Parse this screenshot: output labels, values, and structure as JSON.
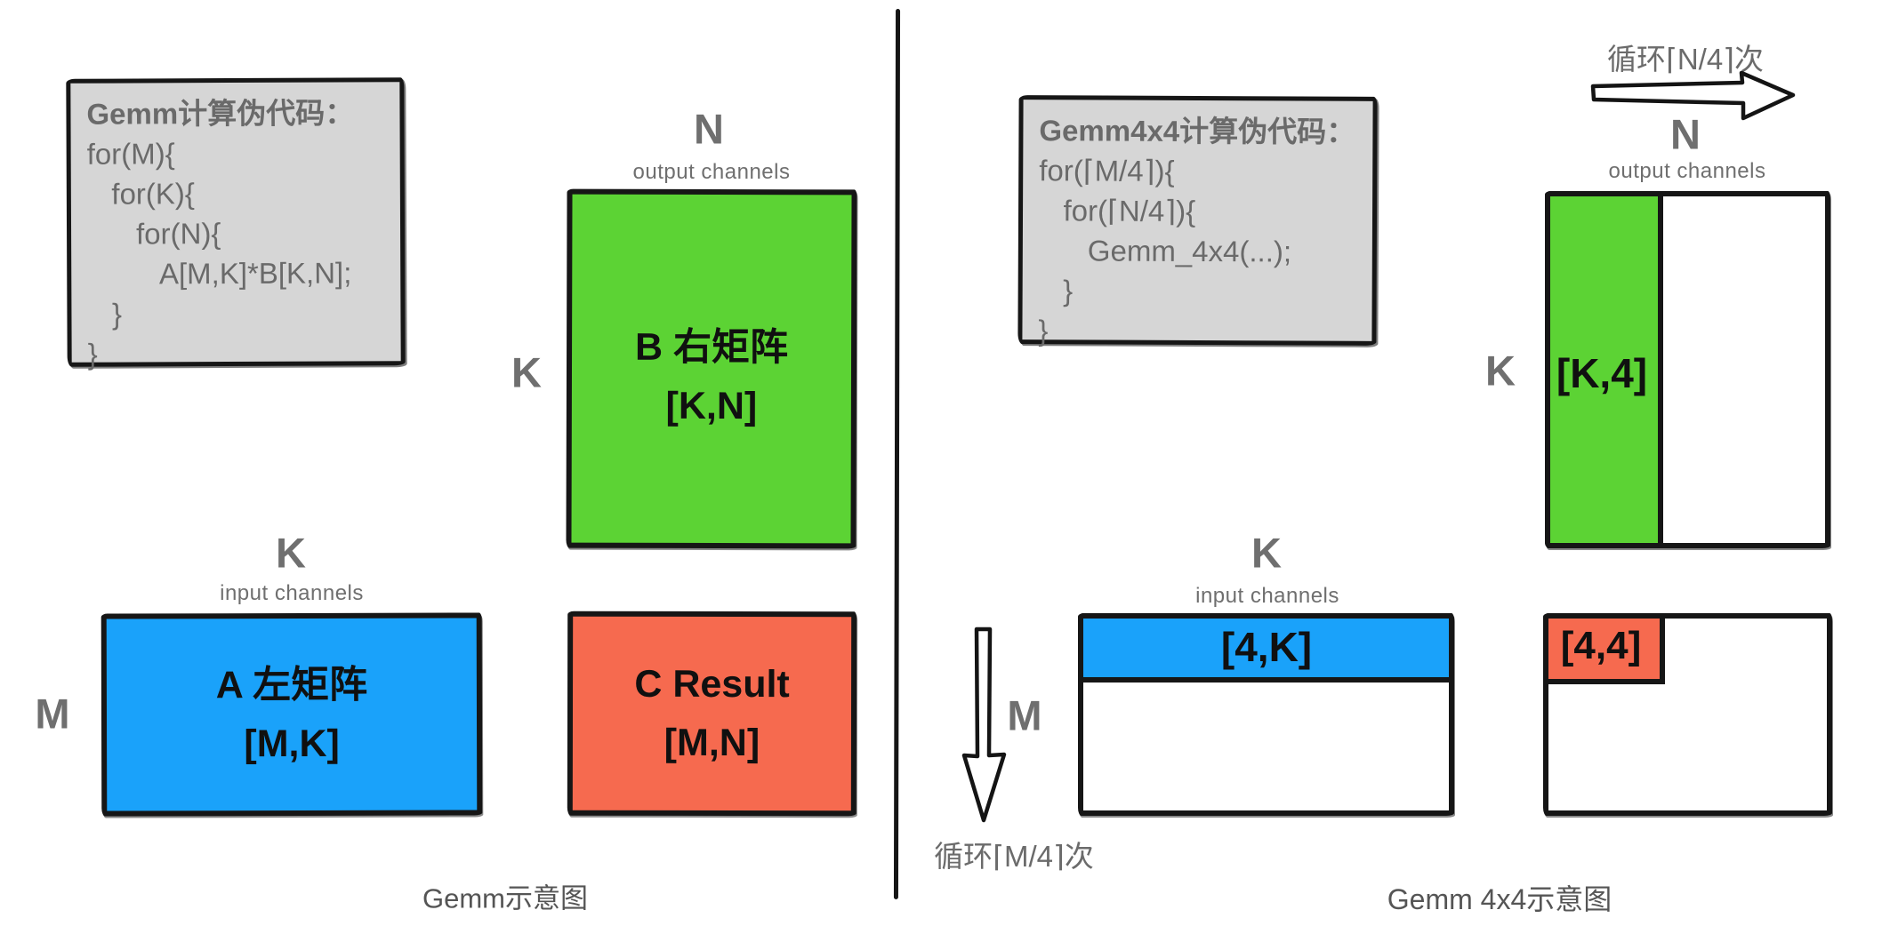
{
  "colors": {
    "matrix_a_blue": "#1aa2fa",
    "matrix_b_green": "#5cd334",
    "matrix_c_red": "#f66a4f",
    "code_box_bg": "#d6d6d6",
    "code_text_gray": "#6a6a6a",
    "label_gray": "#6f6f6f",
    "ink": "#161616"
  },
  "left_panel": {
    "code_box": {
      "title": "Gemm计算伪代码：",
      "lines": [
        "for(M){",
        "   for(K){",
        "      for(N){",
        "         A[M,K]*B[K,N];",
        "   }",
        "}"
      ]
    },
    "matrix_b": {
      "name": "B 右矩阵",
      "dims": "[K,N]"
    },
    "b_top_label": "N",
    "b_top_sublabel": "output channels",
    "b_side_label": "K",
    "matrix_a": {
      "name": "A 左矩阵",
      "dims": "[M,K]"
    },
    "a_top_label": "K",
    "a_top_sublabel": "input channels",
    "a_side_label": "M",
    "matrix_c": {
      "name": "C Result",
      "dims": "[M,N]"
    },
    "caption": "Gemm示意图"
  },
  "right_panel": {
    "code_box": {
      "title": "Gemm4x4计算伪代码：",
      "lines": [
        "for(⌈M/4⌉){",
        "   for(⌈N/4⌉){",
        "      Gemm_4x4(...);",
        "   }",
        "}"
      ]
    },
    "loop_n_label": "循环⌈N/4⌉次",
    "b4_top_label": "N",
    "b4_top_sublabel": "output channels",
    "b4_side_label": "K",
    "matrix_b4_tile": "[K,4]",
    "a4_top_label": "K",
    "a4_top_sublabel": "input channels",
    "a4_side_label": "M",
    "matrix_a4_tile": "[4,K]",
    "loop_m_label": "循环⌈M/4⌉次",
    "matrix_c4_tile": "[4,4]",
    "caption": "Gemm 4x4示意图"
  }
}
